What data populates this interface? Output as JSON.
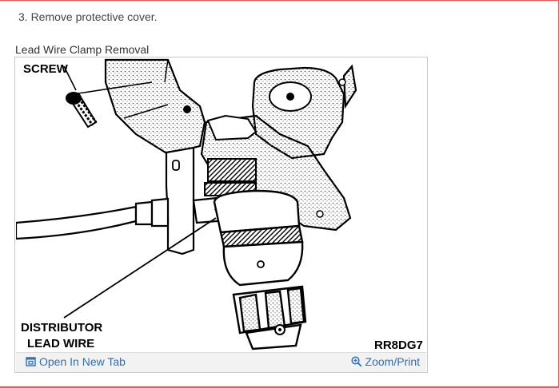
{
  "step_text": "3. Remove protective cover.",
  "figure": {
    "title": "Lead Wire Clamp Removal",
    "callouts": {
      "screw": "SCREW",
      "distributor_line1": "DISTRIBUTOR",
      "distributor_line2": "LEAD WIRE",
      "code": "RR8DG7"
    },
    "actions": {
      "open_tab_label": "Open In New Tab",
      "open_tab_icon": "open-in-new-tab-icon",
      "zoom_label": "Zoom/Print",
      "zoom_icon": "magnifier-zoom-icon"
    },
    "link_color": "#2f6fb8"
  },
  "frame_border_color": "#e05a5a"
}
